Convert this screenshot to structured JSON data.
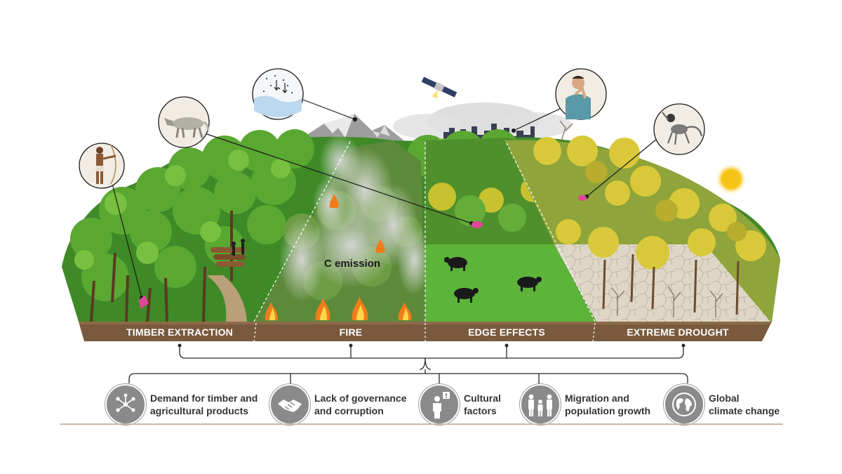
{
  "zones": [
    {
      "label": "TIMBER EXTRACTION"
    },
    {
      "label": "FIRE"
    },
    {
      "label": "EDGE EFFECTS"
    },
    {
      "label": "EXTREME DROUGHT"
    }
  ],
  "emission_label": "C emission",
  "drivers": [
    {
      "line1": "Demand for timber and",
      "line2": "agricultural products",
      "icon": "network-branch-icon"
    },
    {
      "line1": "Lack of governance",
      "line2": "and corruption",
      "icon": "handshake-icon"
    },
    {
      "line1": "Cultural",
      "line2": "factors",
      "icon": "person-speech-icon"
    },
    {
      "line1": "Migration and",
      "line2": "population growth",
      "icon": "family-icon"
    },
    {
      "line1": "Global",
      "line2": "climate change",
      "icon": "globe-icon"
    }
  ],
  "colors": {
    "ground": "#7a5a3e",
    "forest_green": "#4e9a2b",
    "pasture_green": "#5cb53a",
    "drought_yellow": "#d9c93a",
    "fire_orange": "#f07d1a",
    "icon_gray": "#8a8a8a"
  }
}
